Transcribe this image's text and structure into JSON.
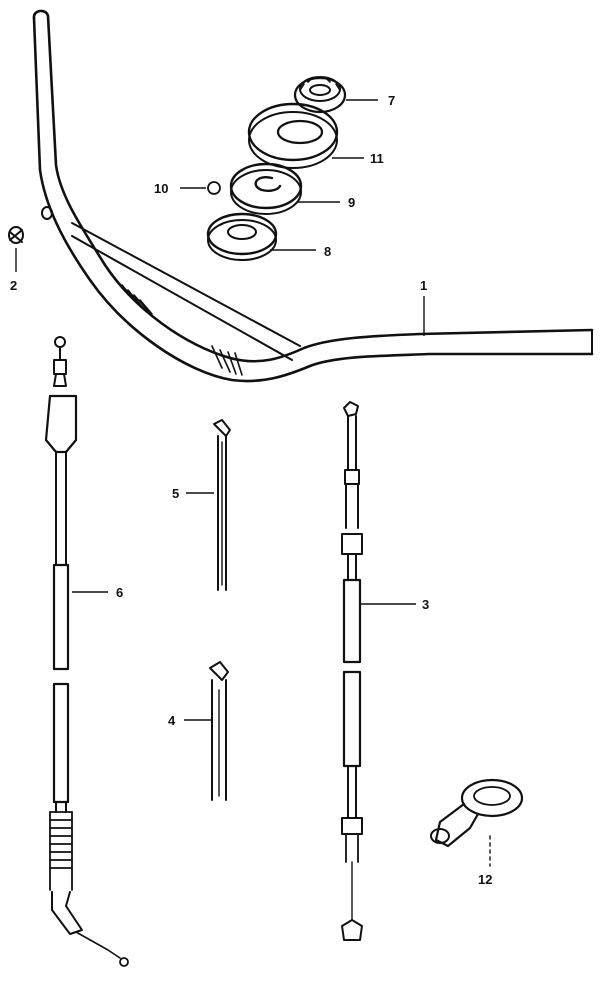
{
  "callouts": {
    "handlebar": "1",
    "balancer_plug": "2",
    "clutch_cable": "3",
    "cable_short": "4",
    "cable_thin": "5",
    "throttle_cable": "6",
    "nut_top": "7",
    "nut_bottom": "8",
    "washer": "9",
    "ball": "10",
    "grommet": "11",
    "lever_holder": "12"
  }
}
